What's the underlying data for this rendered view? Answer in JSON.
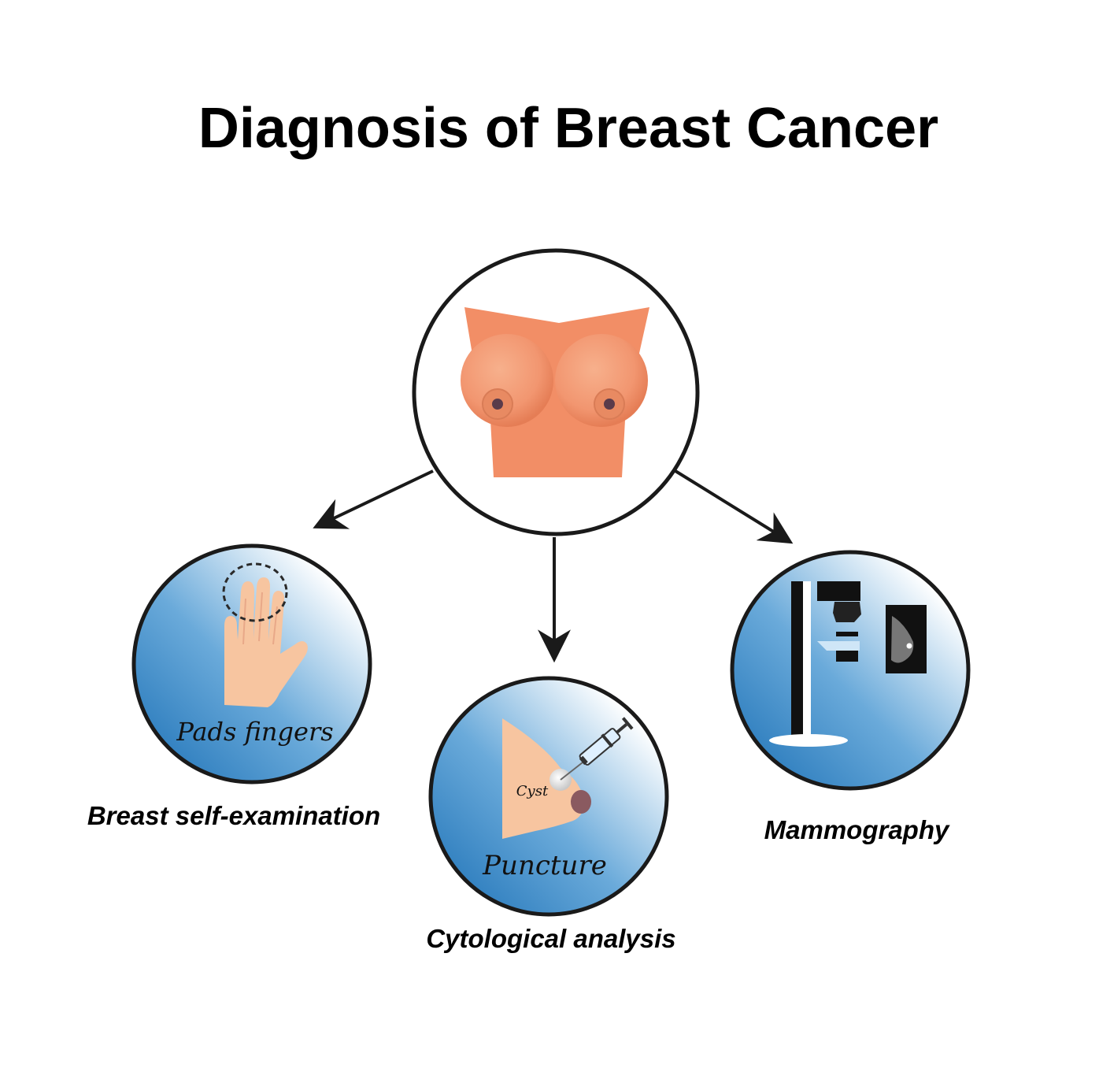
{
  "title": "Diagnosis of  Breast Cancer",
  "methods": {
    "self_exam": {
      "caption": "Breast self-examination",
      "inner_label": "Pads fingers",
      "icon": "hand-icon"
    },
    "cytology": {
      "caption": "Cytological analysis",
      "inner_label": "Puncture",
      "cyst_label": "Cyst",
      "icon": "syringe-breast-icon"
    },
    "mammography": {
      "caption": "Mammography",
      "icon": "mammography-machine-icon"
    }
  },
  "colors": {
    "skin": "#f08c64",
    "skin_light": "#f7c5a0",
    "circle_blue_dark": "#1a6fb5",
    "circle_blue_light": "#ffffff",
    "outline": "#1a1a1a"
  }
}
